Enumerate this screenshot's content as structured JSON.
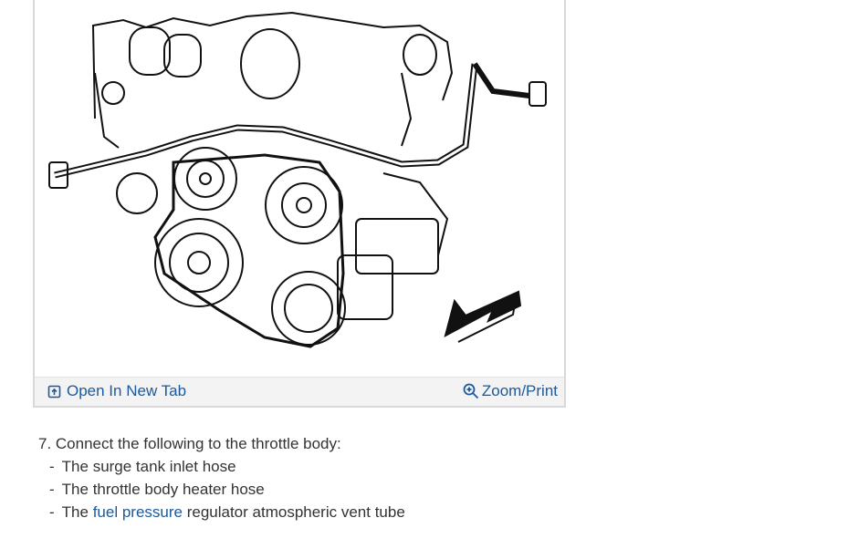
{
  "figure": {
    "diagram_icon": "engine-belt-diagram",
    "open_new_tab_label": "Open In New Tab",
    "zoom_print_label": "Zoom/Print"
  },
  "steps": {
    "title": "7. Connect the following to the throttle body:",
    "items": [
      "The surge tank inlet hose",
      "The throttle body heater hose"
    ],
    "item3_prefix": "The ",
    "item3_link": "fuel pressure",
    "item3_suffix": " regulator atmospheric vent tube"
  },
  "colors": {
    "link": "#1a5aa0",
    "text": "#333333",
    "bar_bg": "#f3f3f3"
  }
}
